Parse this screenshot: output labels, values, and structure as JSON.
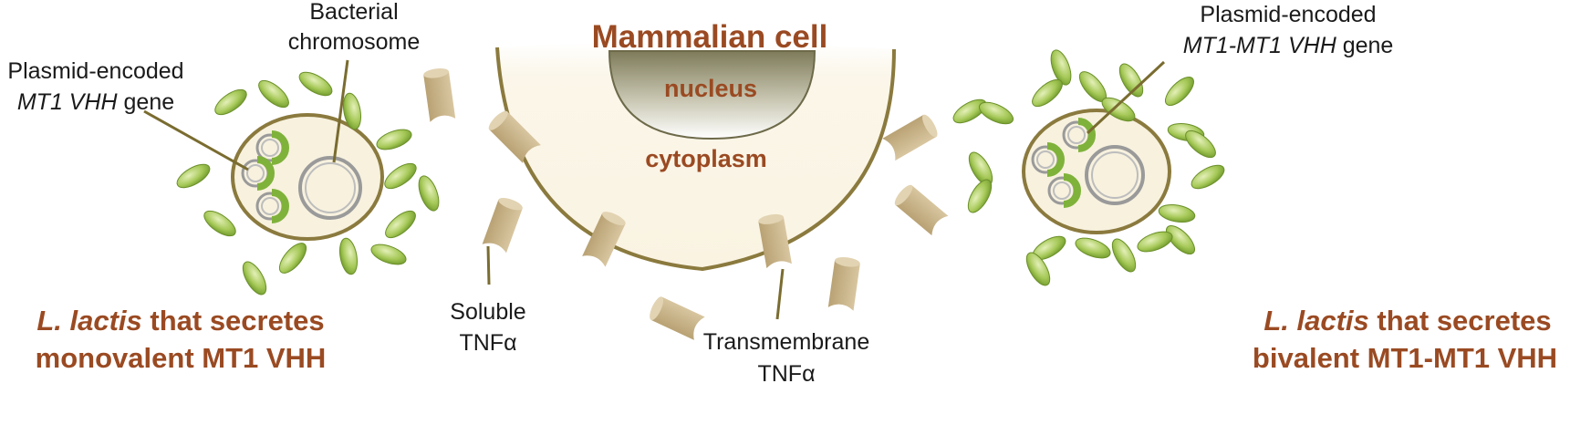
{
  "colors": {
    "cell_fill": "#fbf6e9",
    "cell_outline": "#8b7a3e",
    "nucleus_dark": "#7e7b5a",
    "nucleus_light": "#ffffff",
    "receptor": "#c9b48a",
    "bacterium_outline": "#8b7a3e",
    "bacterium_fill": "#f7f1de",
    "green_rod": "#8ab73a",
    "green_rod_light": "#dcebb0",
    "plasmid_gray": "#9a9a9a",
    "plasmid_green": "#7fb23a",
    "title_brown": "#9a4a22",
    "pointer_line": "#7a6c30"
  },
  "labels": {
    "mammalian_cell": "Mammalian cell",
    "nucleus": "nucleus",
    "cytoplasm": "cytoplasm",
    "bacterial_chromosome": {
      "line1": "Bacterial",
      "line2": "chromosome"
    },
    "plasmid_left": {
      "line1": "Plasmid-encoded",
      "line2_italic": "MT1 VHH",
      "line2_rest": " gene"
    },
    "plasmid_right": {
      "line1": "Plasmid-encoded",
      "line2_italic": "MT1-MT1 VHH",
      "line2_rest": " gene"
    },
    "soluble_tnf": {
      "line1": "Soluble",
      "line2": "TNFα"
    },
    "transmembrane_tnf": {
      "line1": "Transmembrane",
      "line2": "TNFα"
    },
    "left_title": {
      "italic": "L. lactis",
      "rest": " that secretes",
      "line2": "monovalent MT1 VHH"
    },
    "right_title": {
      "italic": "L. lactis",
      "rest": " that secretes",
      "line2": "bivalent MT1-MT1 VHH"
    }
  },
  "icons": [
    "mammalian-cell-shape",
    "nucleus-shape",
    "tnf-receptor-icon",
    "bacterium-icon",
    "plasmid-icon",
    "chromosome-icon",
    "vhh-rod-icon"
  ]
}
